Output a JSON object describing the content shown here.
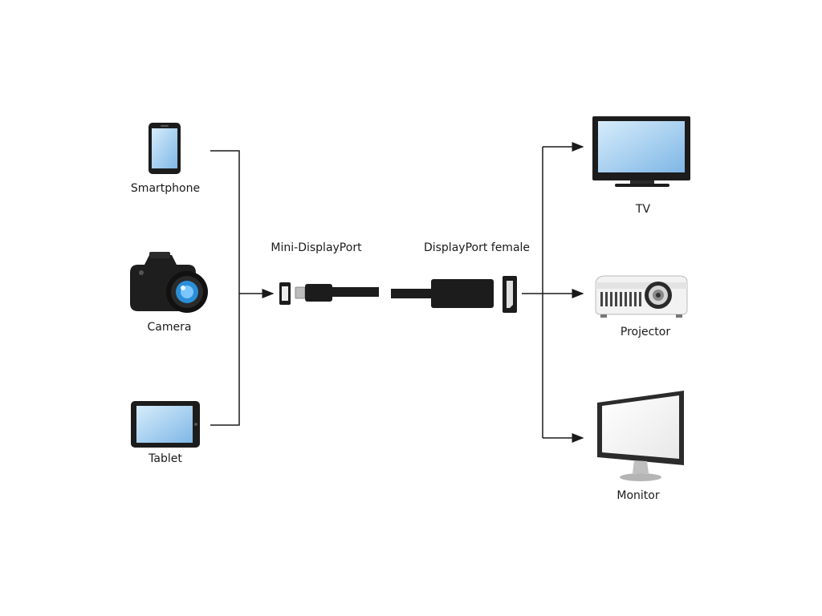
{
  "sources": {
    "smartphone": "Smartphone",
    "camera": "Camera",
    "tablet": "Tablet"
  },
  "connectors": {
    "mini_displayport": "Mini-DisplayPort",
    "displayport_female": "DisplayPort female"
  },
  "outputs": {
    "tv": "TV",
    "projector": "Projector",
    "monitor": "Monitor"
  },
  "colors": {
    "line": "#1a1a1a",
    "screen": "#8fc3ef",
    "device_dark": "#1c1c1c",
    "lens_blue": "#2a8fd8"
  },
  "icons": {
    "smartphone": "smartphone-icon",
    "camera": "camera-icon",
    "tablet": "tablet-icon",
    "tv": "tv-icon",
    "projector": "projector-icon",
    "monitor": "monitor-icon"
  }
}
